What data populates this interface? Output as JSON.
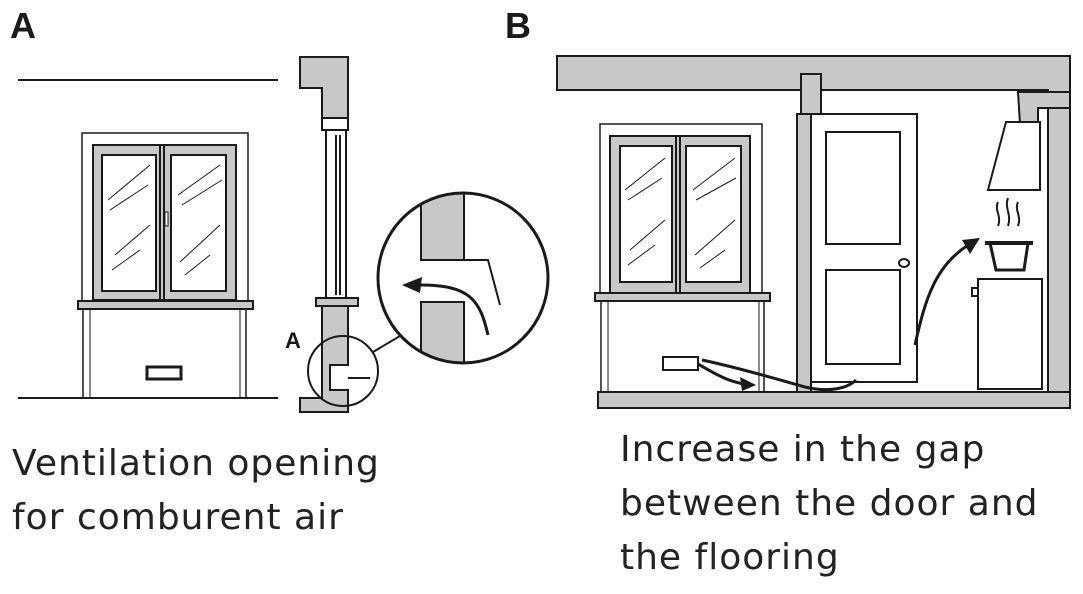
{
  "panel_a": {
    "label": "A",
    "detail_label": "A",
    "caption_line1": "Ventilation opening",
    "caption_line2": "for comburent air"
  },
  "panel_b": {
    "label": "B",
    "caption_line1": "Increase in the gap",
    "caption_line2": "between the door and",
    "caption_line3": "the flooring"
  },
  "colors": {
    "wall_fill": "#c8c8c8",
    "line": "#1a1a1a",
    "background": "#ffffff"
  }
}
